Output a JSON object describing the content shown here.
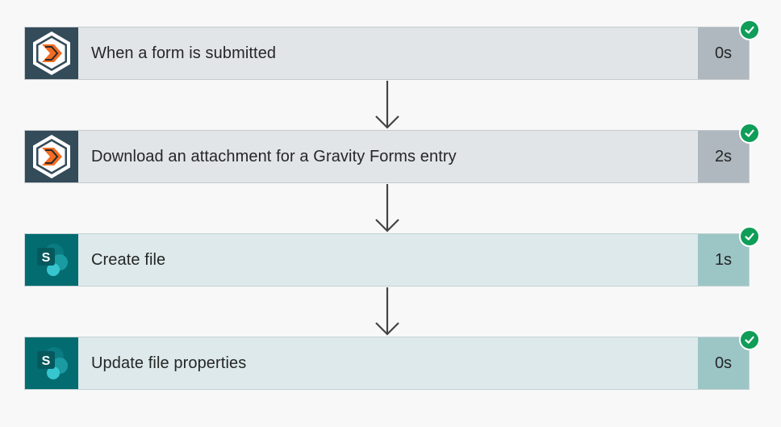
{
  "flow": {
    "steps": [
      {
        "label": "When a form is submitted",
        "duration": "0s",
        "connector": "gravity-forms",
        "status": "succeeded"
      },
      {
        "label": "Download an attachment for a Gravity Forms entry",
        "duration": "2s",
        "connector": "gravity-forms",
        "status": "succeeded"
      },
      {
        "label": "Create file",
        "duration": "1s",
        "connector": "sharepoint",
        "status": "succeeded"
      },
      {
        "label": "Update file properties",
        "duration": "0s",
        "connector": "sharepoint",
        "status": "succeeded"
      }
    ],
    "sharepoint_letter": "S"
  },
  "colors": {
    "gravity_icon_bg": "#344b59",
    "gravity_accent": "#f26c22",
    "sharepoint_icon_bg": "#036c70",
    "success": "#0f9d58"
  },
  "icons": {
    "gravity_forms": "gravity-forms-logo-icon",
    "sharepoint": "sharepoint-logo-icon",
    "status": "checkmark-circle-icon",
    "connector": "arrow-down-icon"
  }
}
